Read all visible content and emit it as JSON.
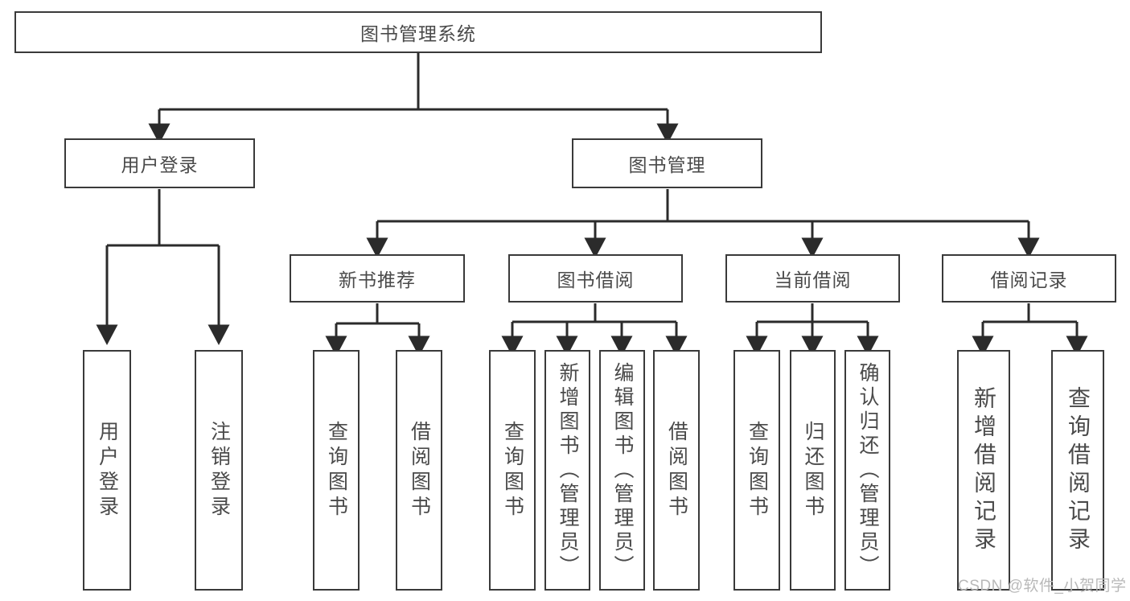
{
  "diagram": {
    "type": "tree-hierarchy",
    "title": "图书管理系统",
    "watermark": "CSDN @软件_小贺同学",
    "colors": {
      "box_border": "#3a3a3a",
      "box_fill": "#ffffff",
      "text": "#4a4a4a",
      "connector": "#2b2b2b",
      "watermark": "#b9b9b9"
    },
    "root": {
      "label": "图书管理系统"
    },
    "level2": [
      {
        "label": "用户登录"
      },
      {
        "label": "图书管理"
      }
    ],
    "level3": [
      {
        "label": "新书推荐"
      },
      {
        "label": "图书借阅"
      },
      {
        "label": "当前借阅"
      },
      {
        "label": "借阅记录"
      }
    ],
    "leaves": {
      "user_login": [
        {
          "label": "用户登录"
        },
        {
          "label": "注销登录"
        }
      ],
      "new_book_recommend": [
        {
          "label": "查询图书"
        },
        {
          "label": "借阅图书"
        }
      ],
      "book_borrow": [
        {
          "label": "查询图书"
        },
        {
          "label": "新增图书（管理员）"
        },
        {
          "label": "编辑图书（管理员）"
        },
        {
          "label": "借阅图书"
        }
      ],
      "current_borrow": [
        {
          "label": "查询图书"
        },
        {
          "label": "归还图书"
        },
        {
          "label": "确认归还（管理员）"
        }
      ],
      "borrow_record": [
        {
          "label": "新增借阅记录"
        },
        {
          "label": "查询借阅记录"
        }
      ]
    }
  }
}
